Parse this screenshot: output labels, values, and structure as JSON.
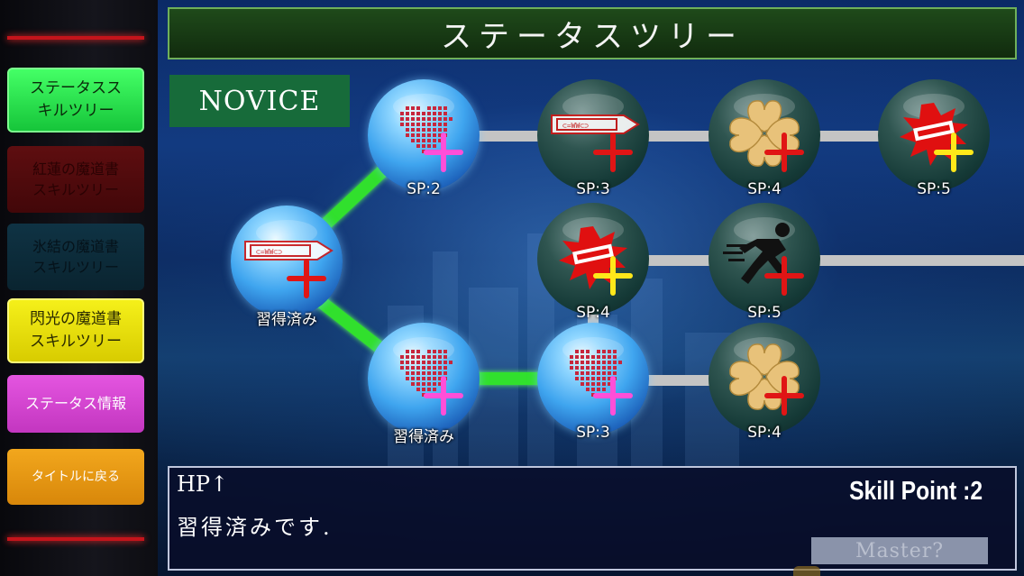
{
  "title": "ステータスツリー",
  "tier": "NOVICE",
  "sidebar": {
    "buttons": [
      {
        "id": "btn-status",
        "line1": "ステータスス",
        "line2": "キルツリー"
      },
      {
        "id": "btn-crimson",
        "line1": "紅蓮の魔道書",
        "line2": "スキルツリー"
      },
      {
        "id": "btn-ice",
        "line1": "氷結の魔道書",
        "line2": "スキルツリー"
      },
      {
        "id": "btn-flash",
        "line1": "閃光の魔道書",
        "line2": "スキルツリー"
      },
      {
        "id": "btn-info",
        "line1": "ステータス情報",
        "line2": ""
      },
      {
        "id": "btn-title",
        "line1": "タイトルに戻る",
        "line2": ""
      }
    ]
  },
  "nodes": [
    {
      "icon": "sword-icon",
      "state": "learned",
      "plus": "red",
      "label": "習得済み"
    },
    {
      "icon": "heart-icon",
      "state": "learned",
      "plus": "magenta",
      "label": "SP:2"
    },
    {
      "icon": "sword-icon",
      "state": "locked",
      "plus": "red",
      "label": "SP:3"
    },
    {
      "icon": "clover-icon",
      "state": "locked",
      "plus": "red",
      "label": "SP:4"
    },
    {
      "icon": "burst-icon",
      "state": "locked",
      "plus": "yellow",
      "label": "SP:5"
    },
    {
      "icon": "burst-icon",
      "state": "locked",
      "plus": "yellow",
      "label": "SP:4"
    },
    {
      "icon": "runner-icon",
      "state": "locked",
      "plus": "red",
      "label": "SP:5"
    },
    {
      "icon": "heart-icon",
      "state": "learned",
      "plus": "magenta",
      "label": "習得済み"
    },
    {
      "icon": "heart-icon",
      "state": "learned",
      "plus": "magenta",
      "label": "SP:3"
    },
    {
      "icon": "clover-icon",
      "state": "locked",
      "plus": "red",
      "label": "SP:4"
    }
  ],
  "info": {
    "skill_name": "HP↑",
    "description": "習得済みです.",
    "skill_point_text": "Skill Point :2",
    "master_label": "Master?"
  },
  "colors": {
    "learned_link": "#31e02d",
    "locked_link": "#c4c4c4",
    "plus_red": "#e01515",
    "plus_magenta": "#ff4fd8",
    "plus_yellow": "#ffe81a"
  }
}
